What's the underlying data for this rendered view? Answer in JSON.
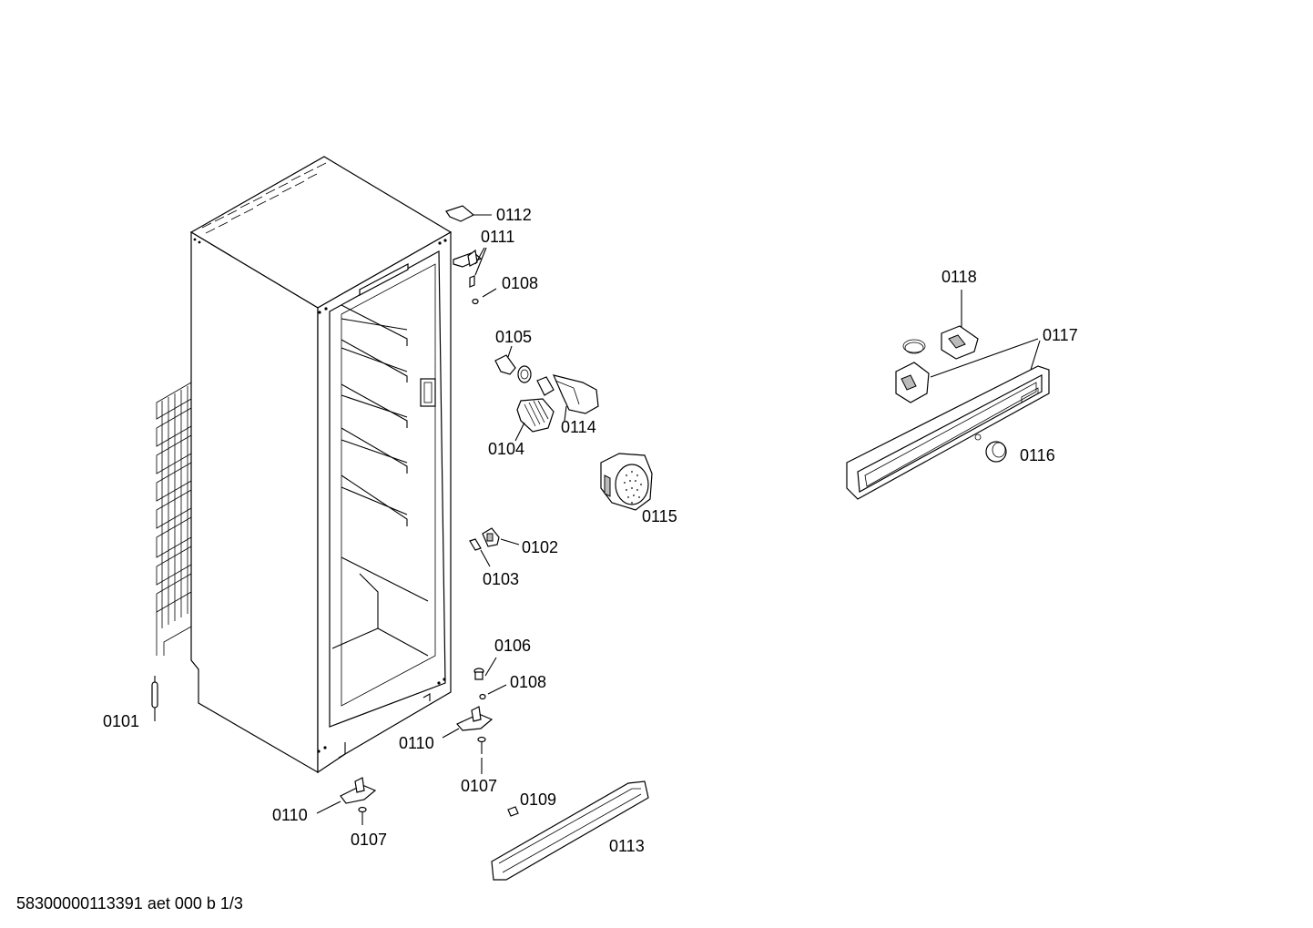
{
  "footer": "58300000113391 aet 000 b 1/3",
  "labels": {
    "p0101": "0101",
    "p0102": "0102",
    "p0103": "0103",
    "p0104": "0104",
    "p0105": "0105",
    "p0106": "0106",
    "p0107a": "0107",
    "p0107b": "0107",
    "p0108a": "0108",
    "p0108b": "0108",
    "p0109": "0109",
    "p0110a": "0110",
    "p0110b": "0110",
    "p0111": "0111",
    "p0112": "0112",
    "p0113": "0113",
    "p0114": "0114",
    "p0115": "0115",
    "p0116": "0116",
    "p0117": "0117",
    "p0118": "0118"
  }
}
